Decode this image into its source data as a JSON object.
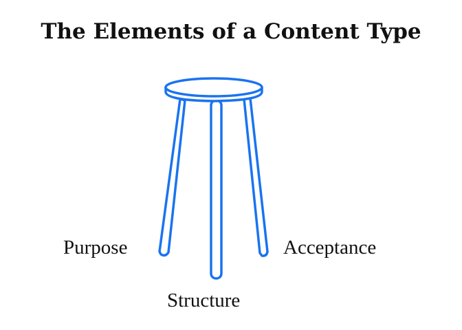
{
  "title": "The Elements of a Content Type",
  "labels": {
    "left": "Purpose",
    "right": "Acceptance",
    "bottom": "Structure"
  },
  "colors": {
    "stool_stroke": "#1a73f0",
    "text": "#111111",
    "background": "#ffffff"
  },
  "icon": "three-legged-stool-icon"
}
